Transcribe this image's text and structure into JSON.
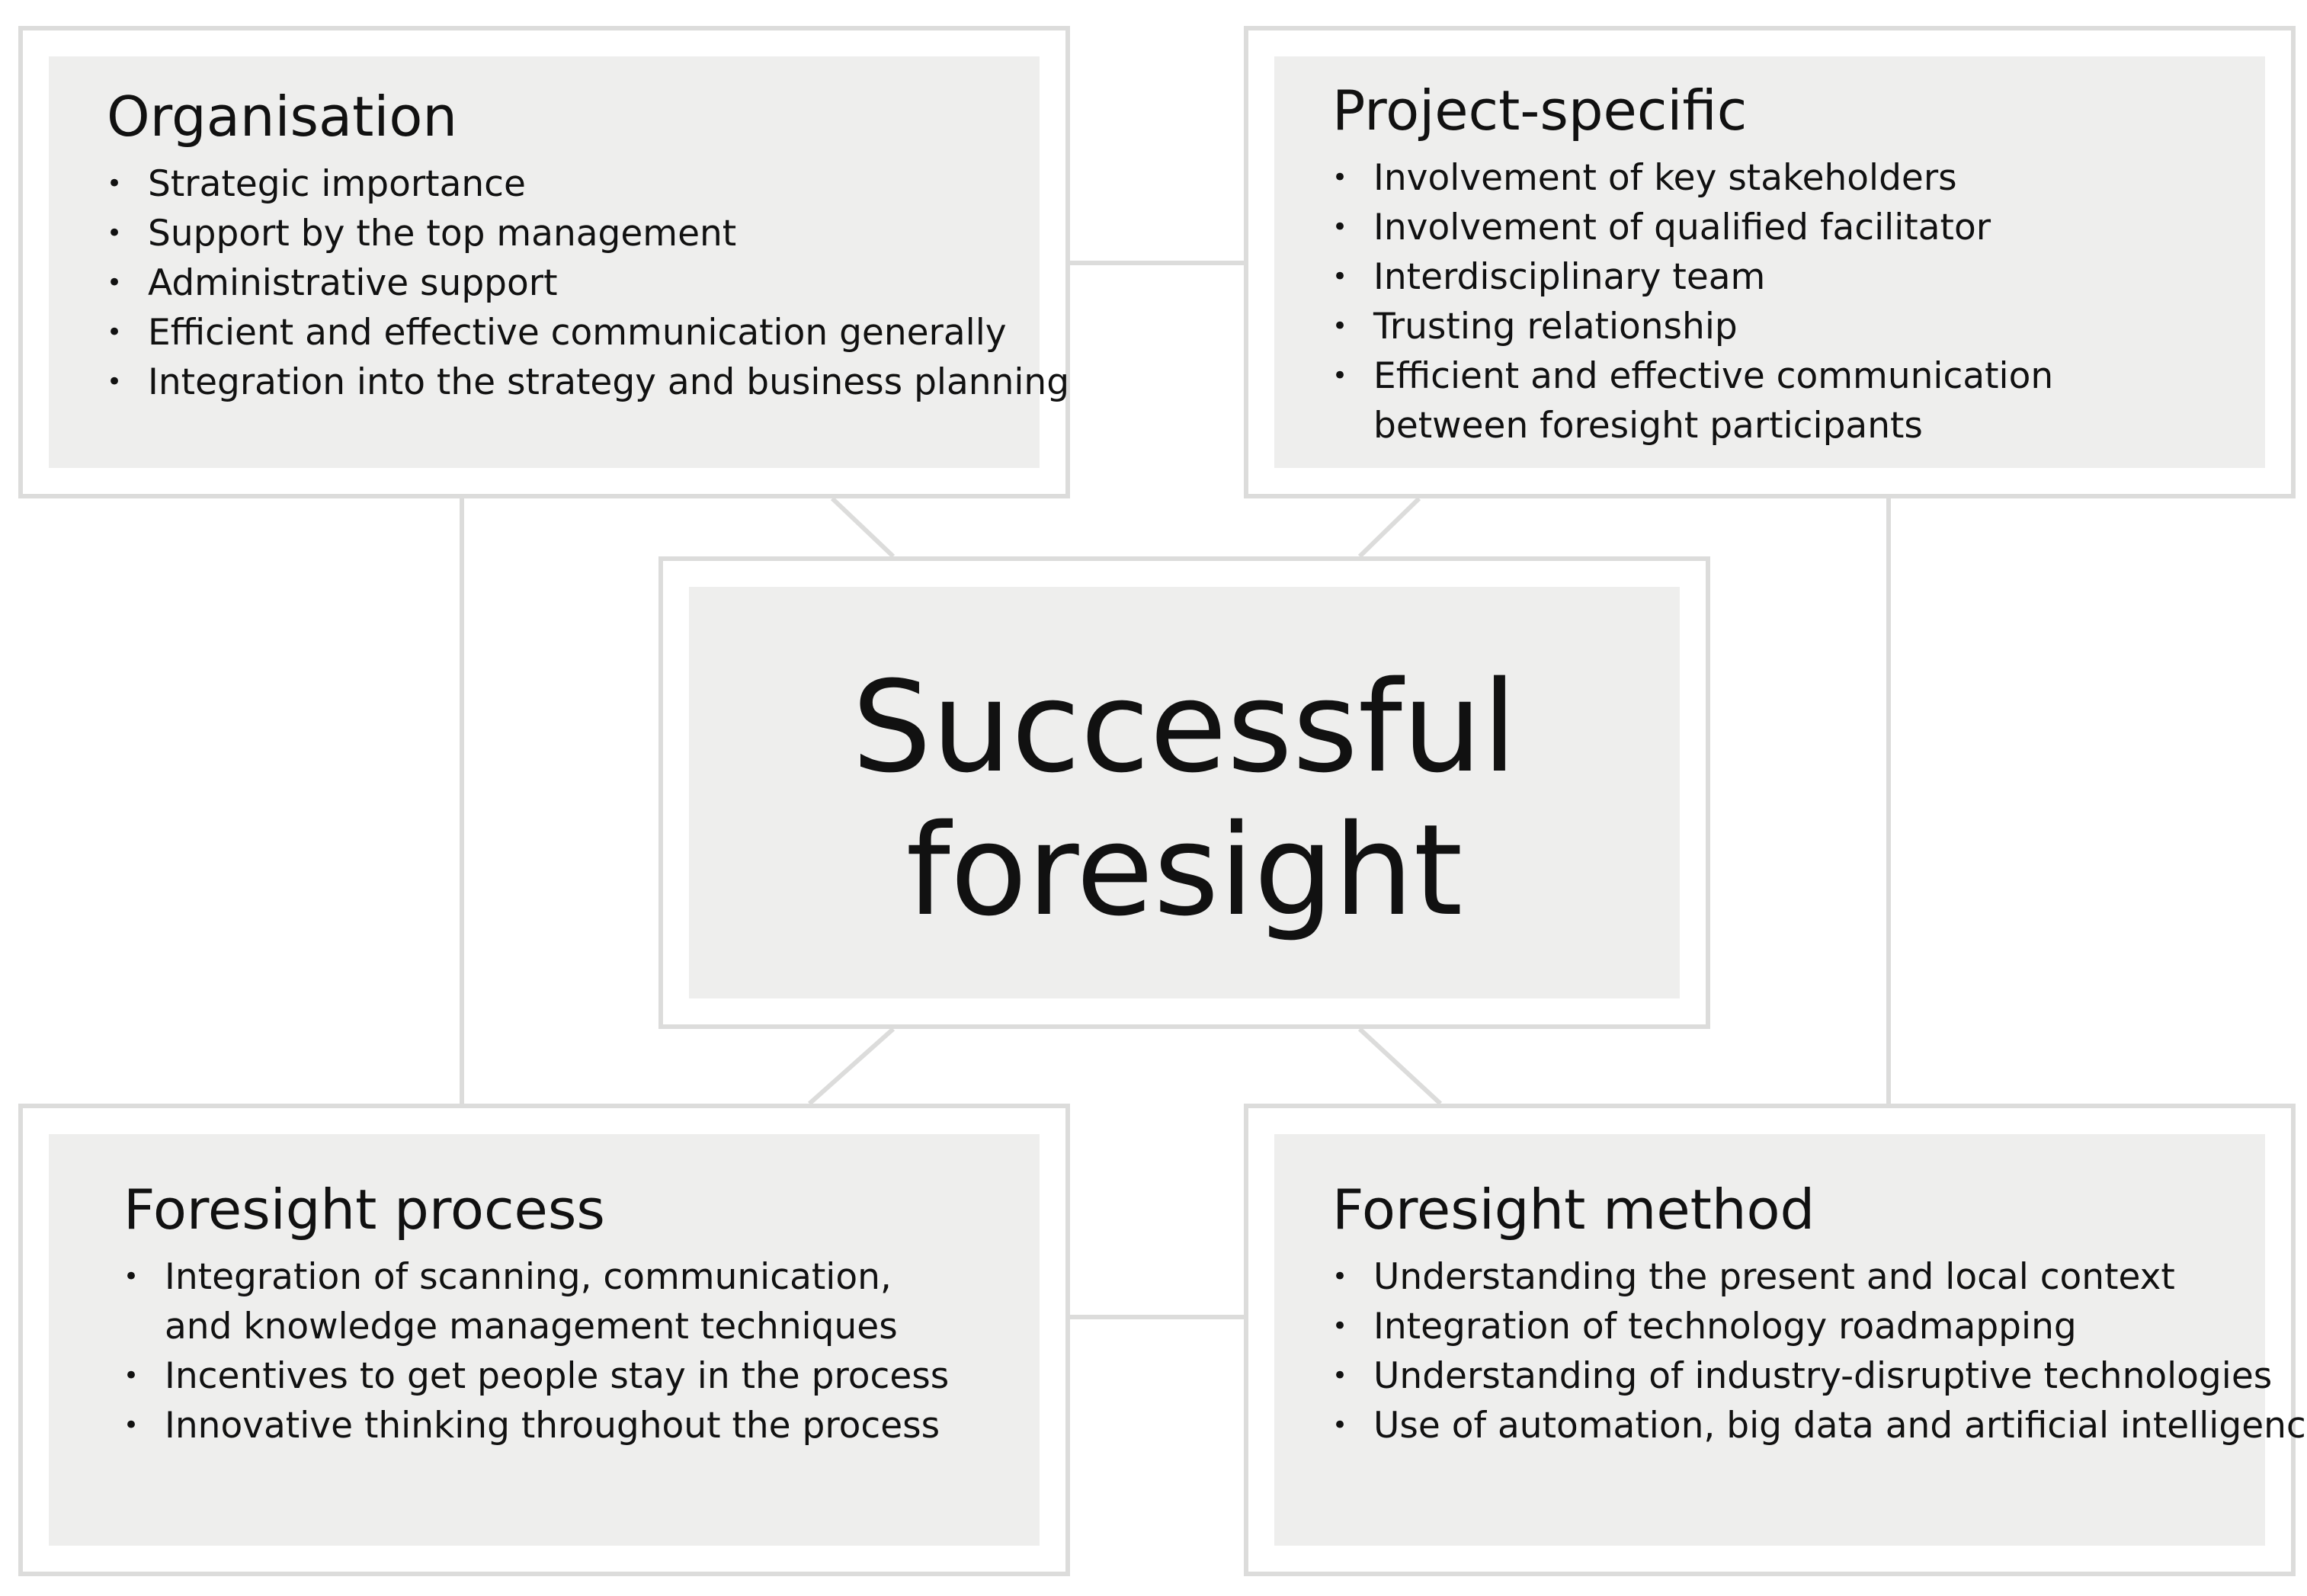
{
  "center": {
    "line1": "Successful",
    "line2": "foresight"
  },
  "organisation": {
    "title": "Organisation",
    "items": [
      "Strategic importance",
      "Support by the top management",
      "Administrative support",
      "Efficient and effective communication generally",
      "Integration into the strategy and business planning"
    ]
  },
  "project_specific": {
    "title": "Project-specific",
    "items": [
      "Involvement of key stakeholders",
      "Involvement of qualified facilitator",
      "Interdisciplinary team",
      "Trusting relationship",
      "Efficient and effective communication",
      "between foresight participants"
    ]
  },
  "foresight_process": {
    "title": "Foresight process",
    "items": [
      "Integration of scanning, communication,",
      "and knowledge management techniques",
      "Incentives to get people stay in the process",
      "Innovative thinking throughout the process"
    ]
  },
  "foresight_method": {
    "title": "Foresight method",
    "items": [
      "Understanding the present and local context",
      "Integration of technology roadmapping",
      "Understanding of industry-disruptive technologies",
      "Use of automation, big data and artificial intelligence"
    ]
  },
  "colors": {
    "frame_border": "#dcdcdb",
    "panel_fill": "#eeeeed",
    "text": "#111111"
  }
}
